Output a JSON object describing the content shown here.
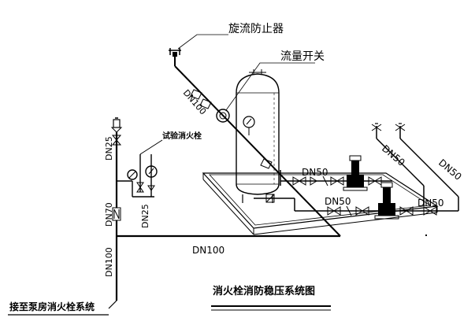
{
  "labels": {
    "vortex_preventer": "旋流防止器",
    "flow_switch": "流量开关",
    "test_hydrant": "试验消火栓",
    "title": "消火栓消防稳压系统图",
    "connect_to": "接至泵房消火栓系统",
    "dn100_diag": "DN100",
    "dn100_vert": "DN100",
    "dn100_horiz": "DN100",
    "dn25_vert": "DN25",
    "dn25_branch": "DN25",
    "dn70": "DN70",
    "dn50_upper": "DN50",
    "dn50_lower": "DN50",
    "dn50_right_lower": "DN50",
    "dn50_riser_1": "DN50",
    "dn50_riser_2": "DN50"
  }
}
